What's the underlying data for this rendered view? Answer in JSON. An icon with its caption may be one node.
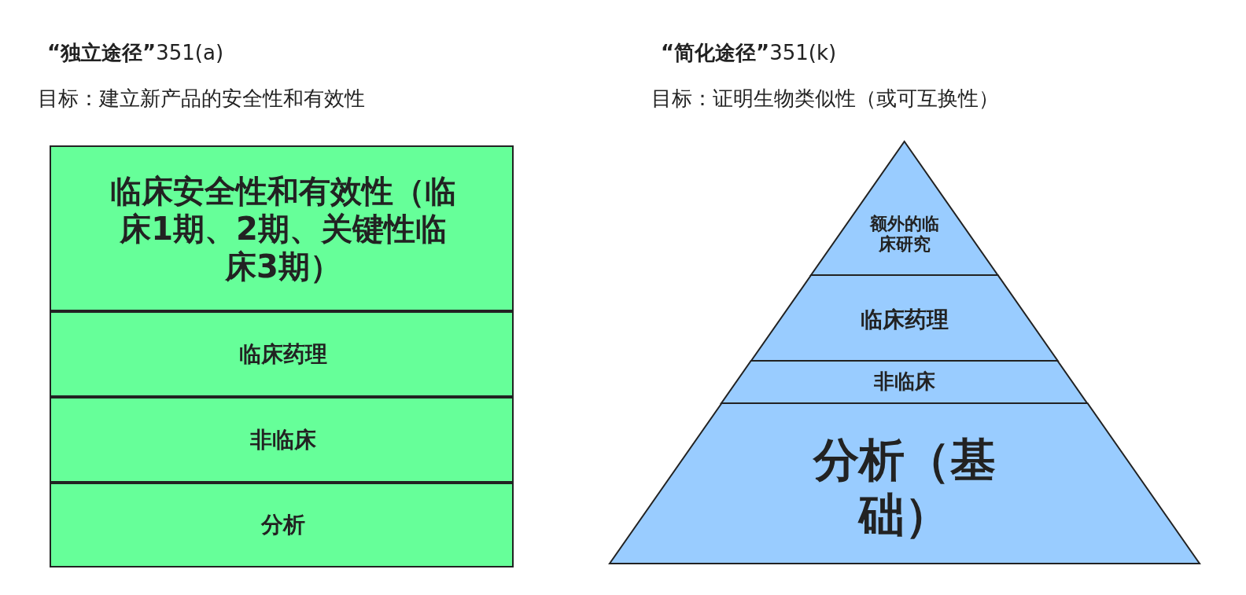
{
  "diagram": {
    "nodes": [
      {
        "text": [
          "临床安全性和有效性（临床1期、2期、关键性临床3期）"
        ]
      },
      {
        "text": [
          "临床药理"
        ]
      },
      {
        "text": [
          "非临床"
        ]
      },
      {
        "text": [
          "分析"
        ]
      },
      {
        "text": [
          "额外的临床研究"
        ]
      },
      {
        "text": [
          "临床药理"
        ]
      },
      {
        "text": [
          "非临床"
        ]
      },
      {
        "text": [
          "分析（基础）"
        ]
      }
    ],
    "labels": [
      "**“独立途径”**351(a)",
      "目标：建立新产品的安全性和有效性",
      "**“简化途径”**351(k)",
      "目标：证明生物类似性（或可互换性）"
    ]
  }
}
